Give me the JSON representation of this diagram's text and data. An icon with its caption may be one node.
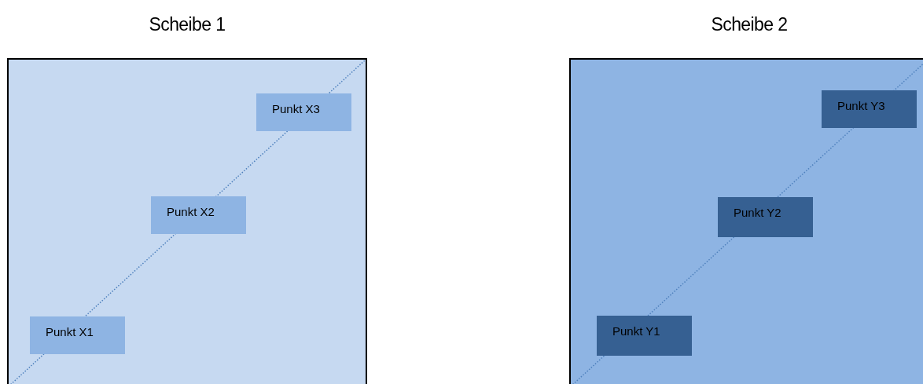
{
  "diagram": {
    "nodes": [
      {
        "text": [
          "Scheibe 1"
        ]
      },
      {
        "text": [
          "Punkt X3"
        ],
        "in": 0
      },
      {
        "text": [
          "Punkt X2"
        ],
        "in": 0
      },
      {
        "text": [
          "Punkt X1"
        ],
        "in": 0
      },
      {
        "text": [
          "Scheibe 2"
        ]
      },
      {
        "text": [
          "Punkt Y3"
        ],
        "in": 4
      },
      {
        "text": [
          "Punkt Y2"
        ],
        "in": 4
      },
      {
        "text": [
          "Punkt Y1"
        ],
        "in": 4
      }
    ]
  }
}
